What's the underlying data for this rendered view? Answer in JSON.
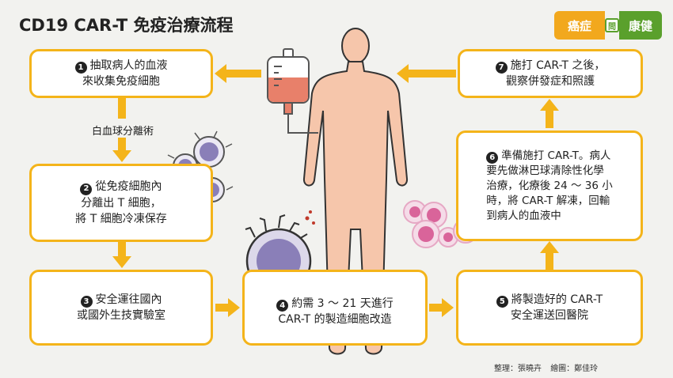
{
  "title": "CD19 CAR-T 免疫治療流程",
  "logo": {
    "left": "癌症",
    "mid": "問",
    "right": "康健"
  },
  "steps": [
    {
      "num": "1",
      "lines": [
        "抽取病人的血液",
        "來收集免疫細胞"
      ]
    },
    {
      "num": "2",
      "lines": [
        "從免疫細胞內",
        "分離出 T 細胞，",
        "將 T 細胞冷凍保存"
      ]
    },
    {
      "num": "3",
      "lines": [
        "安全運往國內",
        "或國外生技實驗室"
      ]
    },
    {
      "num": "4",
      "lines": [
        "約需 3 ～ 21 天進行",
        "CAR-T 的製造細胞改造"
      ]
    },
    {
      "num": "5",
      "lines": [
        "將製造好的 CAR-T",
        "安全運送回醫院"
      ]
    },
    {
      "num": "6",
      "lines": [
        "準備施打 CAR-T。病人",
        "要先做淋巴球清除性化學",
        "治療，化療後 24 ～ 36 小",
        "時，將 CAR-T 解凍，回輸",
        "到病人的血液中"
      ]
    },
    {
      "num": "7",
      "lines": [
        "施打 CAR-T 之後，",
        "觀察併發症和照護"
      ]
    }
  ],
  "arrow_label": "白血球分離術",
  "credits": {
    "editor": "整理：張曉卉",
    "illustrator": "繪圖：鄭佳玲"
  },
  "colors": {
    "box_border": "#f4b41a",
    "arrow": "#f4b41a",
    "body_fill": "#f6c6ab",
    "blood": "#e8806a",
    "cell_purple": "#8a7fb8",
    "cell_pink": "#d9649a",
    "logo_orange": "#f2a81d",
    "logo_green": "#5aa02c"
  }
}
